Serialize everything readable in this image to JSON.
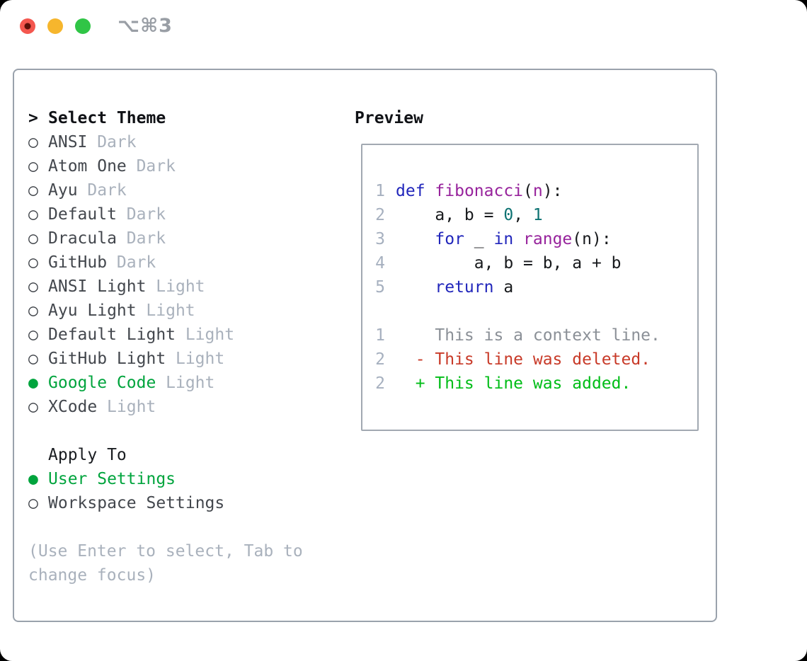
{
  "window": {
    "title": "⌥⌘3"
  },
  "colors": {
    "accent_green": "#00a43d",
    "diff_added_green": "#00bd17",
    "diff_deleted_red": "#c83a28",
    "keyword_blue": "#2126bb",
    "function_purple": "#97239c",
    "number_teal": "#0d7272",
    "muted_gray": "#a9b1bc",
    "panel_border": "#9aa2ac",
    "traffic_red": "#f4574f",
    "traffic_yellow": "#f6b62d",
    "traffic_green": "#30c546"
  },
  "theme_selector": {
    "prompt": ">",
    "title": "Select Theme",
    "themes": [
      {
        "marker": "○",
        "name": "ANSI",
        "variant": "Dark",
        "selected": false
      },
      {
        "marker": "○",
        "name": "Atom One",
        "variant": "Dark",
        "selected": false
      },
      {
        "marker": "○",
        "name": "Ayu",
        "variant": "Dark",
        "selected": false
      },
      {
        "marker": "○",
        "name": "Default",
        "variant": "Dark",
        "selected": false
      },
      {
        "marker": "○",
        "name": "Dracula",
        "variant": "Dark",
        "selected": false
      },
      {
        "marker": "○",
        "name": "GitHub",
        "variant": "Dark",
        "selected": false
      },
      {
        "marker": "○",
        "name": "ANSI Light",
        "variant": "Light",
        "selected": false
      },
      {
        "marker": "○",
        "name": "Ayu Light",
        "variant": "Light",
        "selected": false
      },
      {
        "marker": "○",
        "name": "Default Light",
        "variant": "Light",
        "selected": false
      },
      {
        "marker": "○",
        "name": "GitHub Light",
        "variant": "Light",
        "selected": false
      },
      {
        "marker": "●",
        "name": "Google Code",
        "variant": "Light",
        "selected": true
      },
      {
        "marker": "○",
        "name": "XCode",
        "variant": "Light",
        "selected": false
      }
    ],
    "apply_to": {
      "title": "Apply To",
      "options": [
        {
          "marker": "●",
          "name": "User Settings",
          "selected": true
        },
        {
          "marker": "○",
          "name": "Workspace Settings",
          "selected": false
        }
      ]
    },
    "help_text": "(Use Enter to select, Tab to change focus)"
  },
  "preview": {
    "title": "Preview",
    "code_lines": [
      {
        "num": "1",
        "tokens": [
          {
            "text": "def",
            "type": "keyword"
          },
          {
            "text": " ",
            "type": "plain"
          },
          {
            "text": "fibonacci",
            "type": "function"
          },
          {
            "text": "(",
            "type": "plain"
          },
          {
            "text": "n",
            "type": "function"
          },
          {
            "text": "):",
            "type": "plain"
          }
        ]
      },
      {
        "num": "2",
        "tokens": [
          {
            "text": "    a, b = ",
            "type": "plain"
          },
          {
            "text": "0",
            "type": "number"
          },
          {
            "text": ", ",
            "type": "plain"
          },
          {
            "text": "1",
            "type": "number"
          }
        ]
      },
      {
        "num": "3",
        "tokens": [
          {
            "text": "    ",
            "type": "plain"
          },
          {
            "text": "for",
            "type": "keyword"
          },
          {
            "text": " _ ",
            "type": "plain"
          },
          {
            "text": "in",
            "type": "keyword"
          },
          {
            "text": " ",
            "type": "plain"
          },
          {
            "text": "range",
            "type": "function"
          },
          {
            "text": "(n):",
            "type": "plain"
          }
        ]
      },
      {
        "num": "4",
        "tokens": [
          {
            "text": "        a, b = b, a + b",
            "type": "plain"
          }
        ]
      },
      {
        "num": "5",
        "tokens": [
          {
            "text": "    ",
            "type": "plain"
          },
          {
            "text": "return",
            "type": "keyword"
          },
          {
            "text": " a",
            "type": "plain"
          }
        ]
      }
    ],
    "diff_lines": [
      {
        "num": "1",
        "kind": "context",
        "text": "    This is a context line."
      },
      {
        "num": "2",
        "kind": "deleted",
        "text": "  - This line was deleted."
      },
      {
        "num": "2",
        "kind": "added",
        "text": "  + This line was added."
      }
    ]
  }
}
